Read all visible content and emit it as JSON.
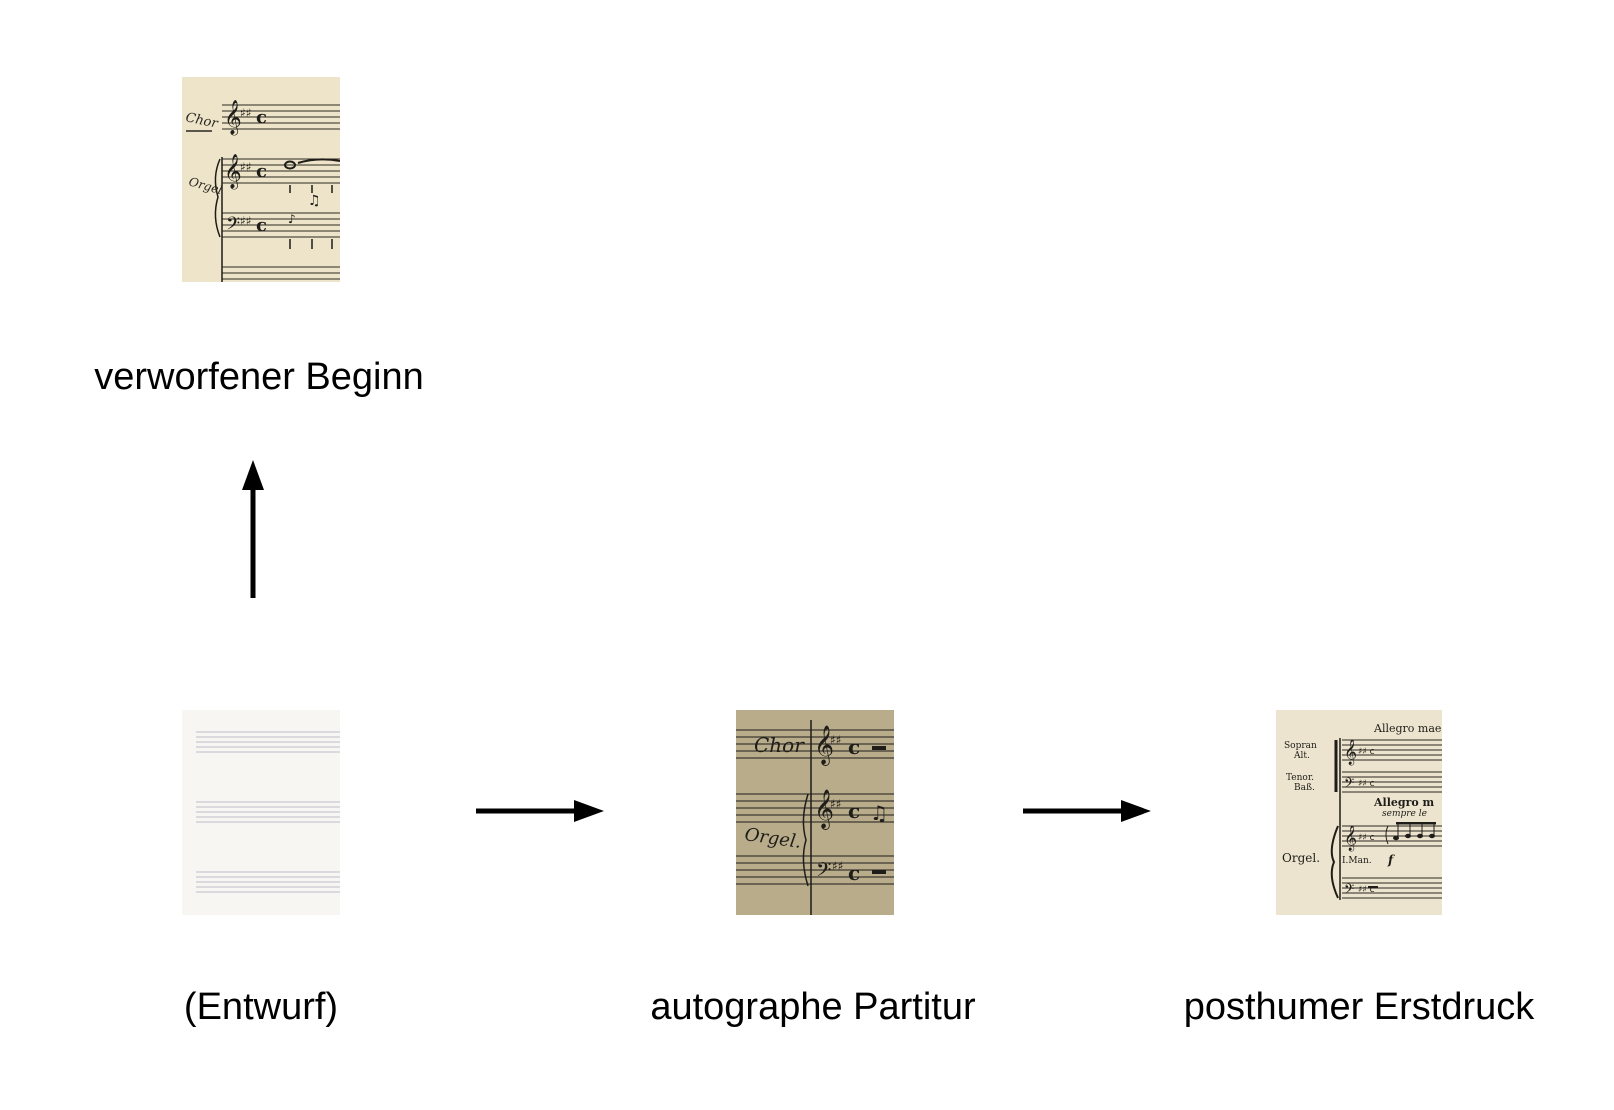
{
  "nodes": {
    "discarded": {
      "label": "verworfener Beginn",
      "image": "manuscript-score-thumbnail",
      "score_text": {
        "voice1": "Chor",
        "voice2": "Orgel"
      }
    },
    "draft": {
      "label": "(Entwurf)",
      "image": "blank-staff-paper-thumbnail"
    },
    "autograph": {
      "label": "autographe Partitur",
      "image": "autograph-score-thumbnail",
      "score_text": {
        "voice1": "Chor",
        "voice2": "Orgel."
      }
    },
    "print": {
      "label": "posthumer Erstdruck",
      "image": "printed-score-thumbnail",
      "score_text": {
        "tempo1": "Allegro mae",
        "soprano": "Sopran",
        "alto": "Alt.",
        "tenor": "Tenor.",
        "bass": "Baß.",
        "tempo2": "Allegro m",
        "expression": "sempre le",
        "organ": "Orgel.",
        "manual": "I.Man.",
        "dynamic": "f"
      }
    }
  },
  "arrows": [
    {
      "from": "draft",
      "to": "discarded",
      "direction": "up"
    },
    {
      "from": "draft",
      "to": "autograph",
      "direction": "right"
    },
    {
      "from": "autograph",
      "to": "print",
      "direction": "right"
    }
  ],
  "colors": {
    "paper_cream": "#ede4c9",
    "paper_dark": "#b9ac8b",
    "paper_white": "#f7f6f3",
    "paper_print": "#ece4cf",
    "ink": "#1f1d19",
    "arrow": "#000000"
  }
}
